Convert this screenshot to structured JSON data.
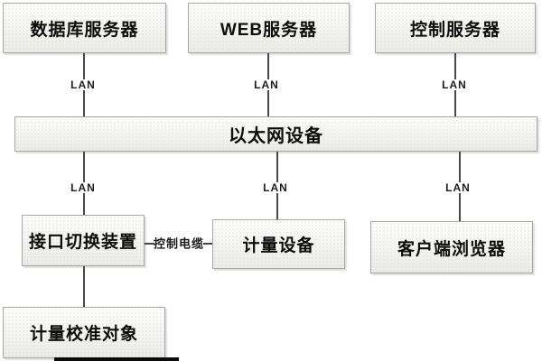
{
  "diagram": {
    "title": "metering-calibration network architecture",
    "nodes": {
      "db_server": "数据库服务器",
      "web_server": "WEB服务器",
      "control_server": "控制服务器",
      "ethernet": "以太网设备",
      "interface_switch": "接口切换装置",
      "metering_device": "计量设备",
      "client_browser": "客户端浏览器",
      "calibration_target": "计量校准对象"
    },
    "edge_labels": {
      "lan": "LAN",
      "control_cable": "控制电缆"
    },
    "colors": {
      "box_border": "#a6a6a4",
      "box_fill_top": "#fdfdfc",
      "box_fill_bottom": "#ebebe8",
      "connector_line": "#474747",
      "text": "#0d0d0d",
      "background": "#ffffff"
    }
  }
}
